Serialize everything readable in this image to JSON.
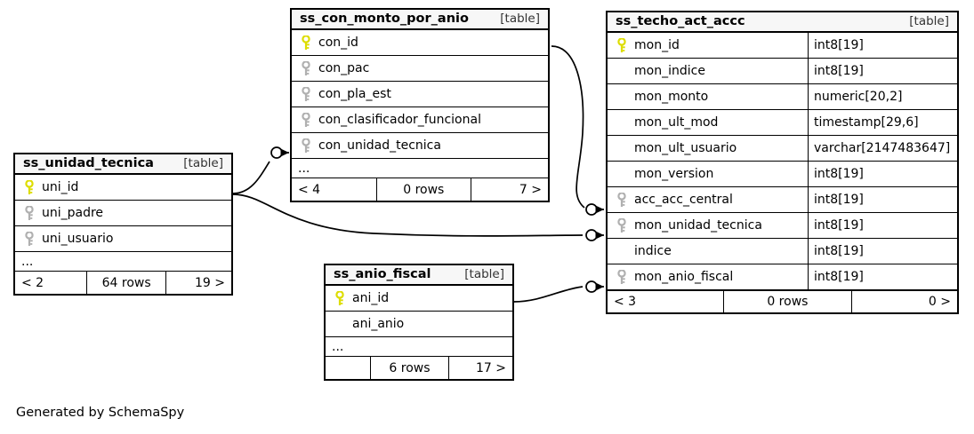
{
  "diagram": {
    "credit": "Generated by SchemaSpy",
    "table_tag": "[table]",
    "ellipsis": "...",
    "colors": {
      "primary_key": "#dddd00",
      "foreign_key": "#b0b0b0",
      "border": "#000000",
      "header_bg": "#f7f7f7",
      "page_bg": "#ffffff"
    }
  },
  "tables": [
    {
      "id": "ss_unidad_tecnica",
      "name": "ss_unidad_tecnica",
      "tag": "[table]",
      "columns": [
        {
          "name": "uni_id",
          "key": "primary",
          "type": ""
        },
        {
          "name": "uni_padre",
          "key": "foreign",
          "type": ""
        },
        {
          "name": "uni_usuario",
          "key": "foreign",
          "type": ""
        }
      ],
      "has_ellipsis": true,
      "footer": {
        "left": "< 2",
        "middle": "64 rows",
        "right": "19 >"
      }
    },
    {
      "id": "ss_con_monto_por_anio",
      "name": "ss_con_monto_por_anio",
      "tag": "[table]",
      "columns": [
        {
          "name": "con_id",
          "key": "primary",
          "type": ""
        },
        {
          "name": "con_pac",
          "key": "foreign",
          "type": ""
        },
        {
          "name": "con_pla_est",
          "key": "foreign",
          "type": ""
        },
        {
          "name": "con_clasificador_funcional",
          "key": "foreign",
          "type": ""
        },
        {
          "name": "con_unidad_tecnica",
          "key": "foreign",
          "type": ""
        }
      ],
      "has_ellipsis": true,
      "footer": {
        "left": "< 4",
        "middle": "0 rows",
        "right": "7 >"
      }
    },
    {
      "id": "ss_anio_fiscal",
      "name": "ss_anio_fiscal",
      "tag": "[table]",
      "columns": [
        {
          "name": "ani_id",
          "key": "primary",
          "type": ""
        },
        {
          "name": "ani_anio",
          "key": "none",
          "type": ""
        }
      ],
      "has_ellipsis": true,
      "footer": {
        "left": "",
        "middle": "6 rows",
        "right": "17 >"
      }
    },
    {
      "id": "ss_techo_act_accc",
      "name": "ss_techo_act_accc",
      "tag": "[table]",
      "columns": [
        {
          "name": "mon_id",
          "key": "primary",
          "type": "int8[19]"
        },
        {
          "name": "mon_indice",
          "key": "none",
          "type": "int8[19]"
        },
        {
          "name": "mon_monto",
          "key": "none",
          "type": "numeric[20,2]"
        },
        {
          "name": "mon_ult_mod",
          "key": "none",
          "type": "timestamp[29,6]"
        },
        {
          "name": "mon_ult_usuario",
          "key": "none",
          "type": "varchar[2147483647]"
        },
        {
          "name": "mon_version",
          "key": "none",
          "type": "int8[19]"
        },
        {
          "name": "acc_acc_central",
          "key": "foreign",
          "type": "int8[19]"
        },
        {
          "name": "mon_unidad_tecnica",
          "key": "foreign",
          "type": "int8[19]"
        },
        {
          "name": "indice",
          "key": "none",
          "type": "int8[19]"
        },
        {
          "name": "mon_anio_fiscal",
          "key": "foreign",
          "type": "int8[19]"
        }
      ],
      "has_ellipsis": false,
      "footer": {
        "left": "< 3",
        "middle": "0 rows",
        "right": "0 >"
      }
    }
  ],
  "relationships": [
    {
      "id": "rel-unidad-to-conmonto",
      "from": "ss_unidad_tecnica.uni_id",
      "to": "ss_con_monto_por_anio.con_unidad_tecnica"
    },
    {
      "id": "rel-unidad-to-techo",
      "from": "ss_unidad_tecnica.uni_id",
      "to": "ss_techo_act_accc.mon_unidad_tecnica"
    },
    {
      "id": "rel-conmonto-to-techo",
      "from": "ss_con_monto_por_anio.con_id",
      "to": "ss_techo_act_accc.acc_acc_central"
    },
    {
      "id": "rel-anio-to-techo",
      "from": "ss_anio_fiscal.ani_id",
      "to": "ss_techo_act_accc.mon_anio_fiscal"
    }
  ]
}
